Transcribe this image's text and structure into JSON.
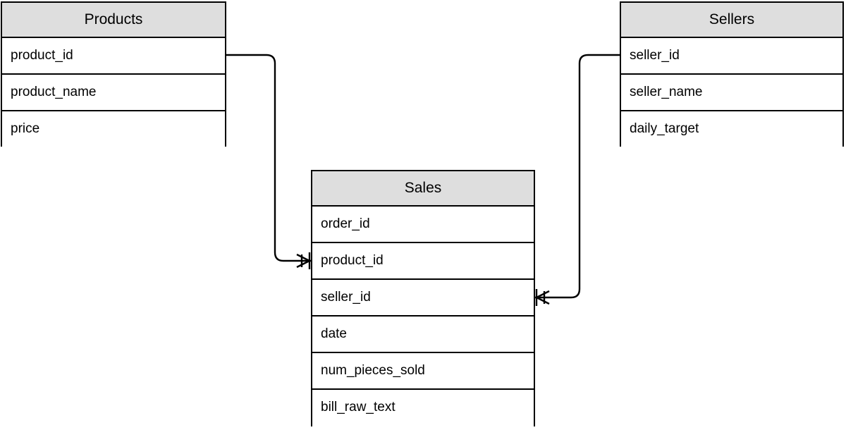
{
  "diagram": {
    "type": "entity-relationship-diagram",
    "notation": "crow's-foot",
    "background_color": "#ffffff",
    "header_fill": "#dedede",
    "border_color": "#000000",
    "text_color": "#000000"
  },
  "entities": [
    {
      "id": "products",
      "name": "Products",
      "attributes": [
        {
          "name": "product_id"
        },
        {
          "name": "product_name"
        },
        {
          "name": "price"
        }
      ]
    },
    {
      "id": "sales",
      "name": "Sales",
      "attributes": [
        {
          "name": "order_id"
        },
        {
          "name": "product_id"
        },
        {
          "name": "seller_id"
        },
        {
          "name": "date"
        },
        {
          "name": "num_pieces_sold"
        },
        {
          "name": "bill_raw_text"
        }
      ]
    },
    {
      "id": "sellers",
      "name": "Sellers",
      "attributes": [
        {
          "name": "seller_id"
        },
        {
          "name": "seller_name"
        },
        {
          "name": "daily_target"
        }
      ]
    }
  ],
  "relationships": [
    {
      "id": "products-to-sales",
      "from_entity": "Products",
      "from_attribute": "product_id",
      "to_entity": "Sales",
      "to_attribute": "product_id",
      "cardinality": "one-to-many",
      "marker_at_target": "crow-foot-one-many"
    },
    {
      "id": "sellers-to-sales",
      "from_entity": "Sellers",
      "from_attribute": "seller_id",
      "to_entity": "Sales",
      "to_attribute": "seller_id",
      "cardinality": "one-to-many",
      "marker_at_target": "crow-foot-one-many"
    }
  ]
}
